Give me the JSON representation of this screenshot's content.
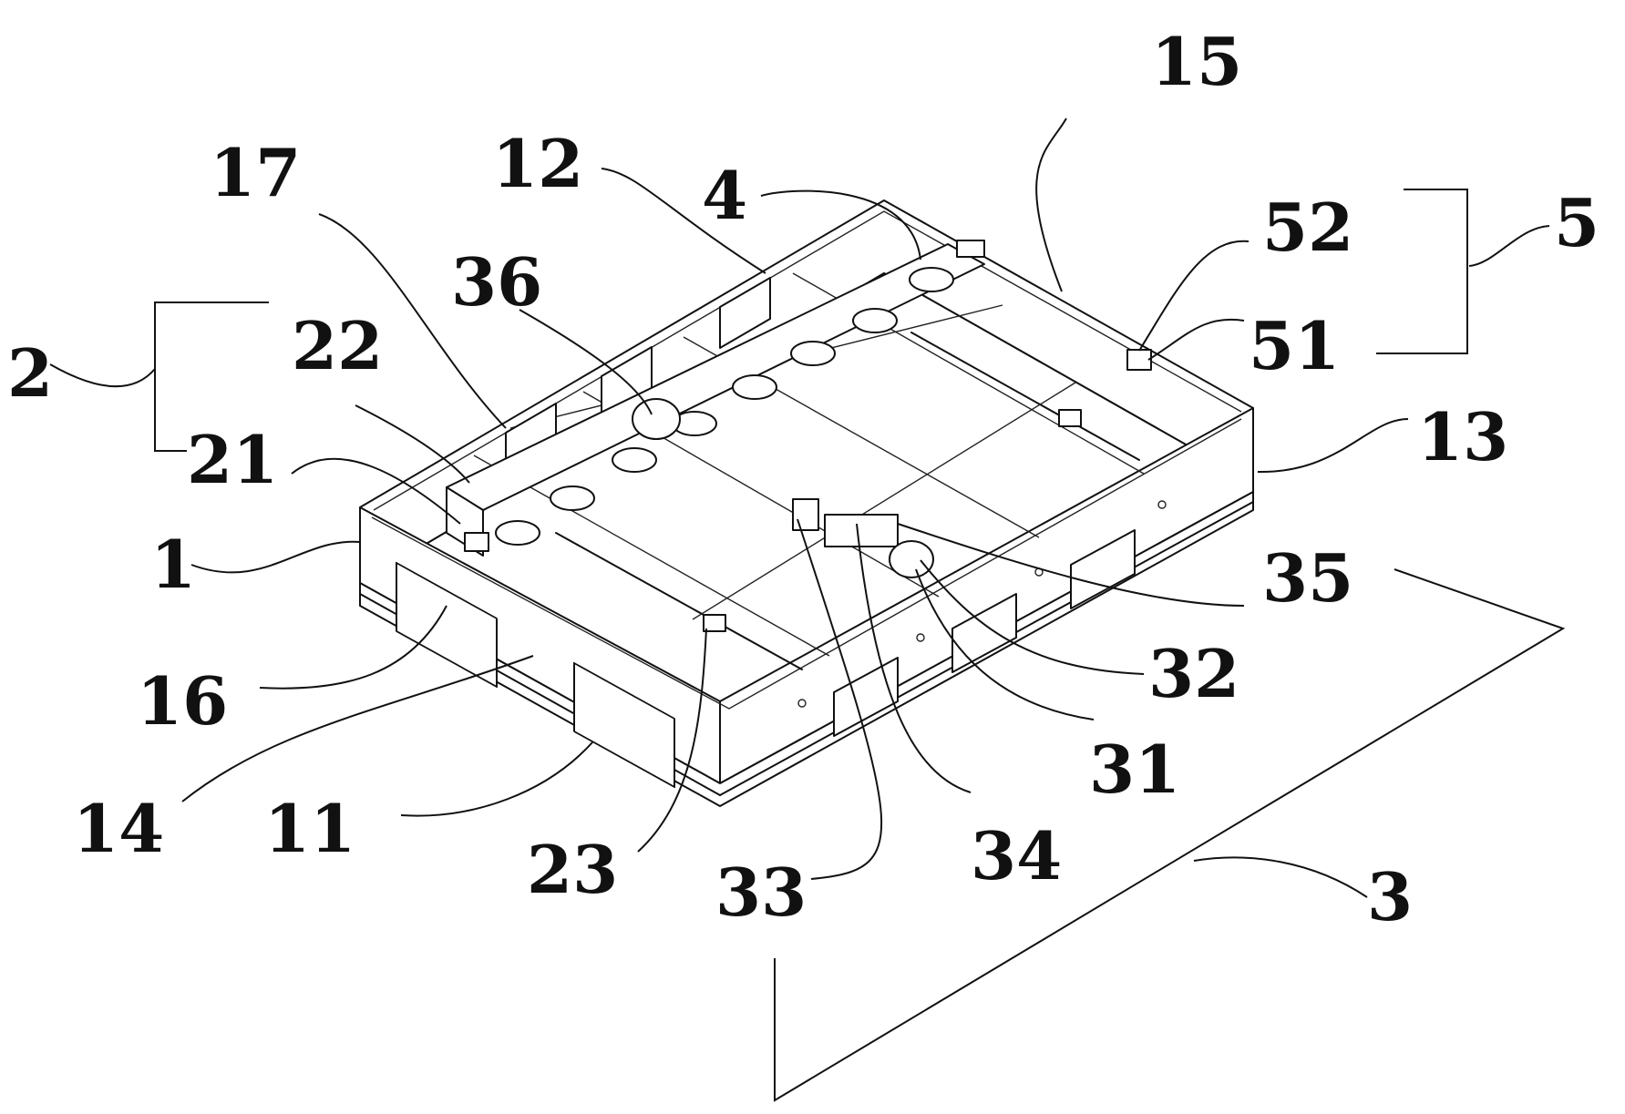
{
  "figure": {
    "labels": [
      "1",
      "2",
      "3",
      "4",
      "5",
      "11",
      "12",
      "13",
      "14",
      "15",
      "16",
      "17",
      "21",
      "22",
      "23",
      "31",
      "32",
      "33",
      "34",
      "35",
      "36",
      "51",
      "52"
    ]
  }
}
